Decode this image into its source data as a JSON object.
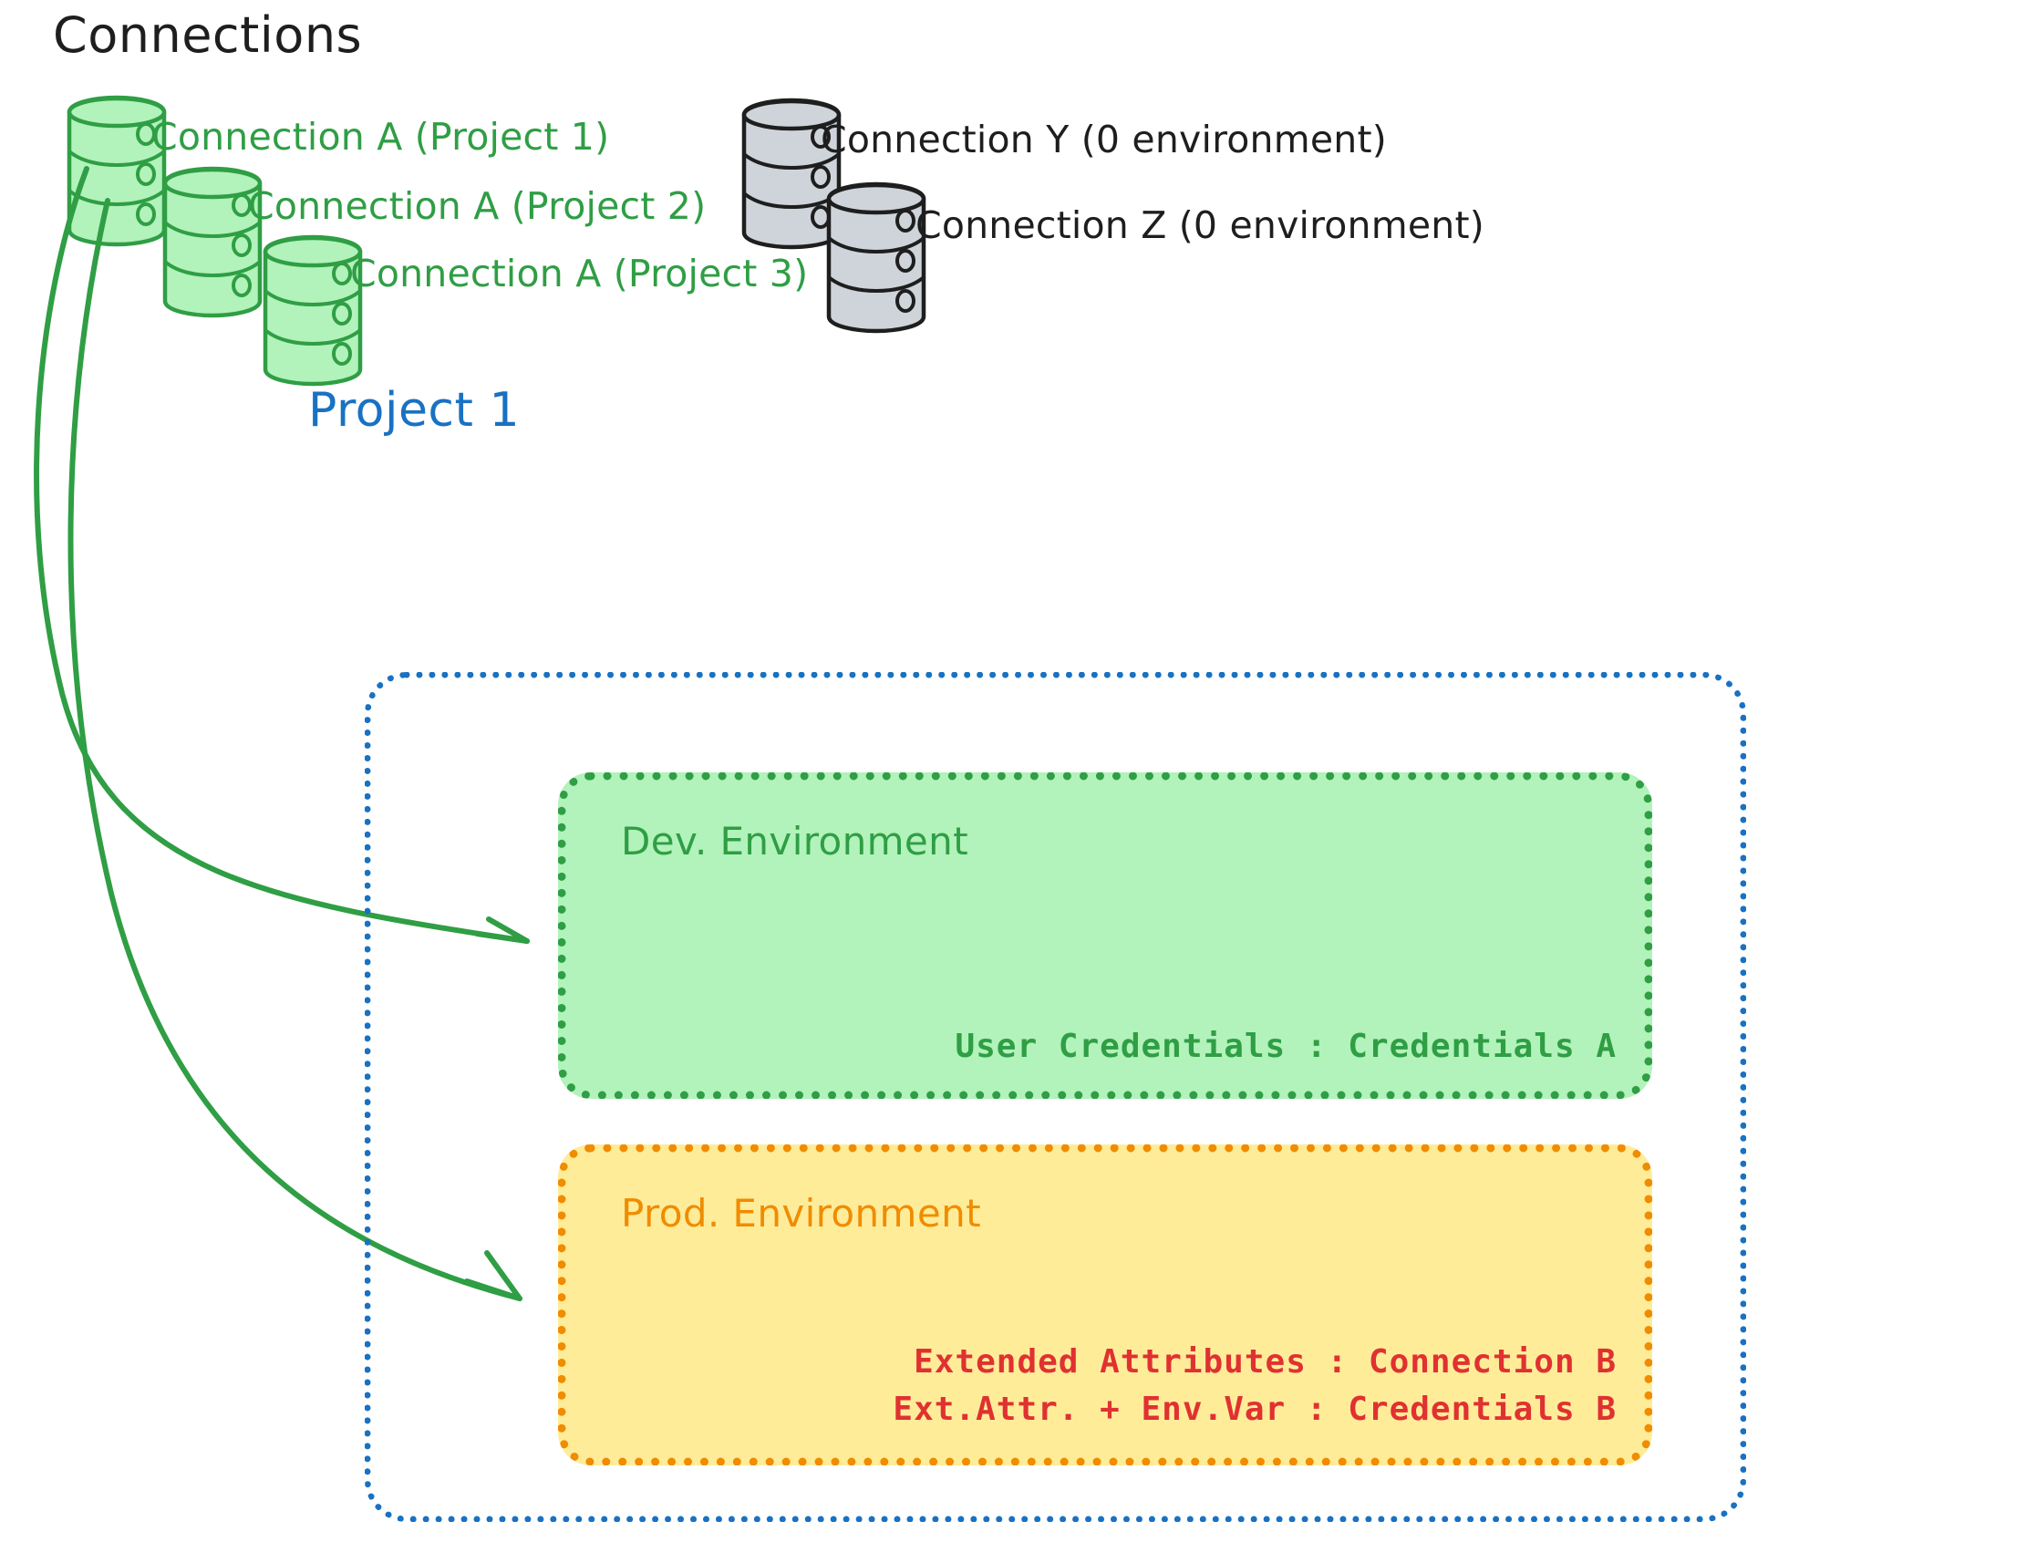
{
  "title": "Connections",
  "colors": {
    "green_stroke": "#2f9e44",
    "green_fill": "#b2f2bb",
    "gray_fill": "#ced4da",
    "black_stroke": "#1e1e1e",
    "blue": "#1971c2",
    "orange_stroke": "#f08c00",
    "yellow_fill": "#ffec99",
    "red_text": "#e03131"
  },
  "connections": [
    {
      "id": "connection-a-project-1",
      "label": "Connection A (Project 1)",
      "color": "green"
    },
    {
      "id": "connection-a-project-2",
      "label": "Connection A (Project 2)",
      "color": "green"
    },
    {
      "id": "connection-a-project-3",
      "label": "Connection A (Project 3)",
      "color": "green"
    },
    {
      "id": "connection-y",
      "label": "Connection Y (0 environment)",
      "color": "black"
    },
    {
      "id": "connection-z",
      "label": "Connection Z (0 environment)",
      "color": "black"
    }
  ],
  "project": {
    "title": "Project 1",
    "environments": [
      {
        "id": "dev-environment",
        "title": "Dev. Environment",
        "lines": [
          "User Credentials : Credentials A"
        ]
      },
      {
        "id": "prod-environment",
        "title": "Prod. Environment",
        "lines": [
          "Extended Attributes : Connection B",
          "Ext.Attr. + Env.Var : Credentials B"
        ]
      }
    ]
  },
  "icons": {
    "database_green": "database-icon",
    "database_gray": "database-icon",
    "arrow": "arrow-icon"
  }
}
